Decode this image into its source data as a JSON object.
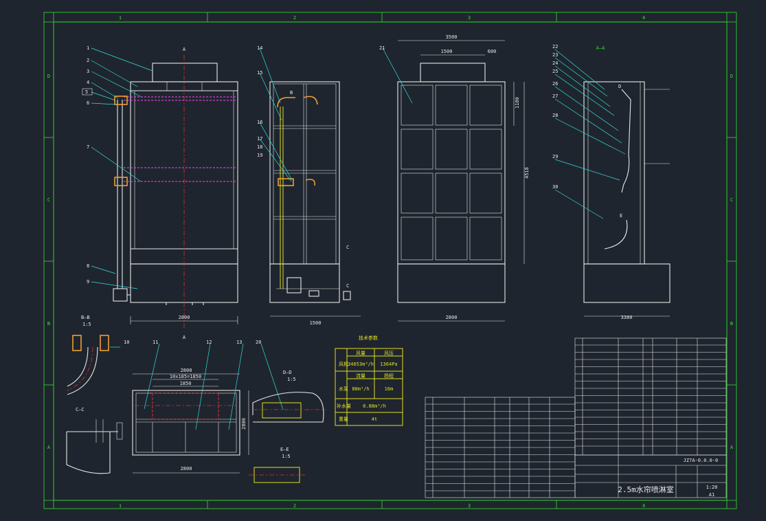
{
  "grid": {
    "cols": [
      "1",
      "2",
      "3",
      "4"
    ],
    "rows": [
      "D",
      "C",
      "B",
      "A"
    ]
  },
  "callouts": [
    "1",
    "2",
    "3",
    "4",
    "5",
    "6",
    "7",
    "8",
    "9",
    "10",
    "11",
    "12",
    "13",
    "14",
    "15",
    "16",
    "17",
    "18",
    "19",
    "20",
    "21",
    "22",
    "23",
    "24",
    "25",
    "26",
    "27",
    "28",
    "29",
    "30"
  ],
  "sections": {
    "a_mark": "A",
    "aa": "A—A",
    "bb": "B—B",
    "bb_scale": "1:5",
    "cc": "C—C",
    "dd": "D—D",
    "dd_scale": "1:5",
    "ee": "E—E",
    "ee_scale": "1:5",
    "d_mark": "D",
    "e_mark": "E",
    "b_mark": "B",
    "c_mark": "C"
  },
  "dims": {
    "front_width": "2800",
    "side_width": "1500",
    "back_top": "3500",
    "back_top2": "1500",
    "back_sub": "600",
    "plan_top": "2800",
    "plan_sub": "10x185=1850",
    "plan_inner": "1850",
    "plan_bottom": "2800",
    "plan_h": "2800",
    "back_bottom": "2800",
    "section_w": "3380",
    "v1": "1180",
    "v2": "4518"
  },
  "tech": {
    "title": "技术参数",
    "h_airflow": "风量",
    "h_pressure": "风压",
    "row1_label": "风机",
    "airflow": "34653m³/h",
    "pressure": "1364Pa",
    "h_flow": "流量",
    "h_head": "扬程",
    "row2_label": "水泵",
    "flow": "88m³/h",
    "head": "16m",
    "row3_label": "补水量",
    "makeup": "0.88m³/h",
    "row4_label": "重量",
    "weight": "4t"
  },
  "title_block": {
    "drawing_no": "JZ7A-0.0.0-0",
    "name": "2.5m水帘喷淋室",
    "scale": "1:20",
    "sheet": "A1"
  },
  "colors": {
    "bg": "#1f252e",
    "frame": "#30e030",
    "line": "#e8e8e8",
    "leader": "#30e0e0",
    "center": "#e03030",
    "pipe": "#d040d0",
    "table": "#e0e020"
  }
}
